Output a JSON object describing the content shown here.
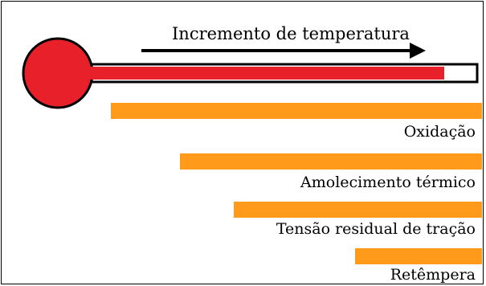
{
  "diagram": {
    "arrow_label": "Incremento de temperatura",
    "colors": {
      "thermometer_bulb": "#e8202a",
      "thermometer_stem": "#e8202a",
      "outline": "#000000",
      "effect_bars": "#ff9a1a"
    },
    "effects": [
      {
        "label": "Oxidação"
      },
      {
        "label": "Amolecimento térmico"
      },
      {
        "label": "Tensão residual de tração"
      },
      {
        "label": "Retêmpera"
      }
    ]
  }
}
